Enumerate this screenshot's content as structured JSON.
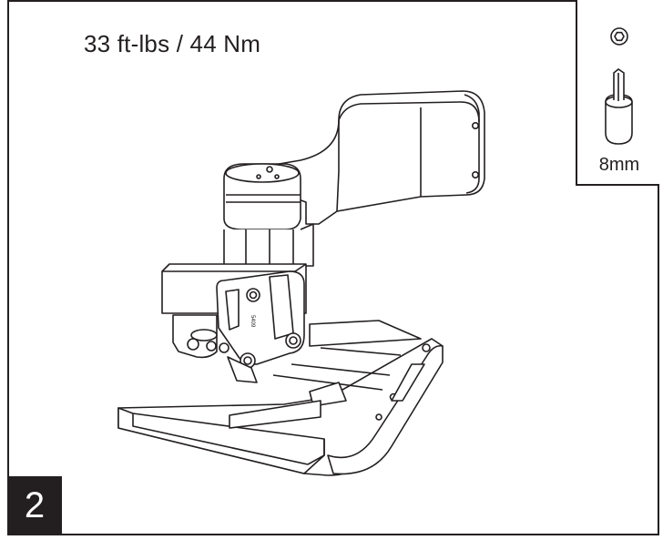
{
  "step": {
    "number": "2"
  },
  "torque": {
    "spec": "33 ft-lbs / 44 Nm"
  },
  "tool": {
    "size": "8mm",
    "icons": [
      "hex-nut-icon",
      "hex-bit-socket-icon"
    ]
  },
  "illustration": {
    "subject": "wall-mount-arm-assembly-icon"
  }
}
